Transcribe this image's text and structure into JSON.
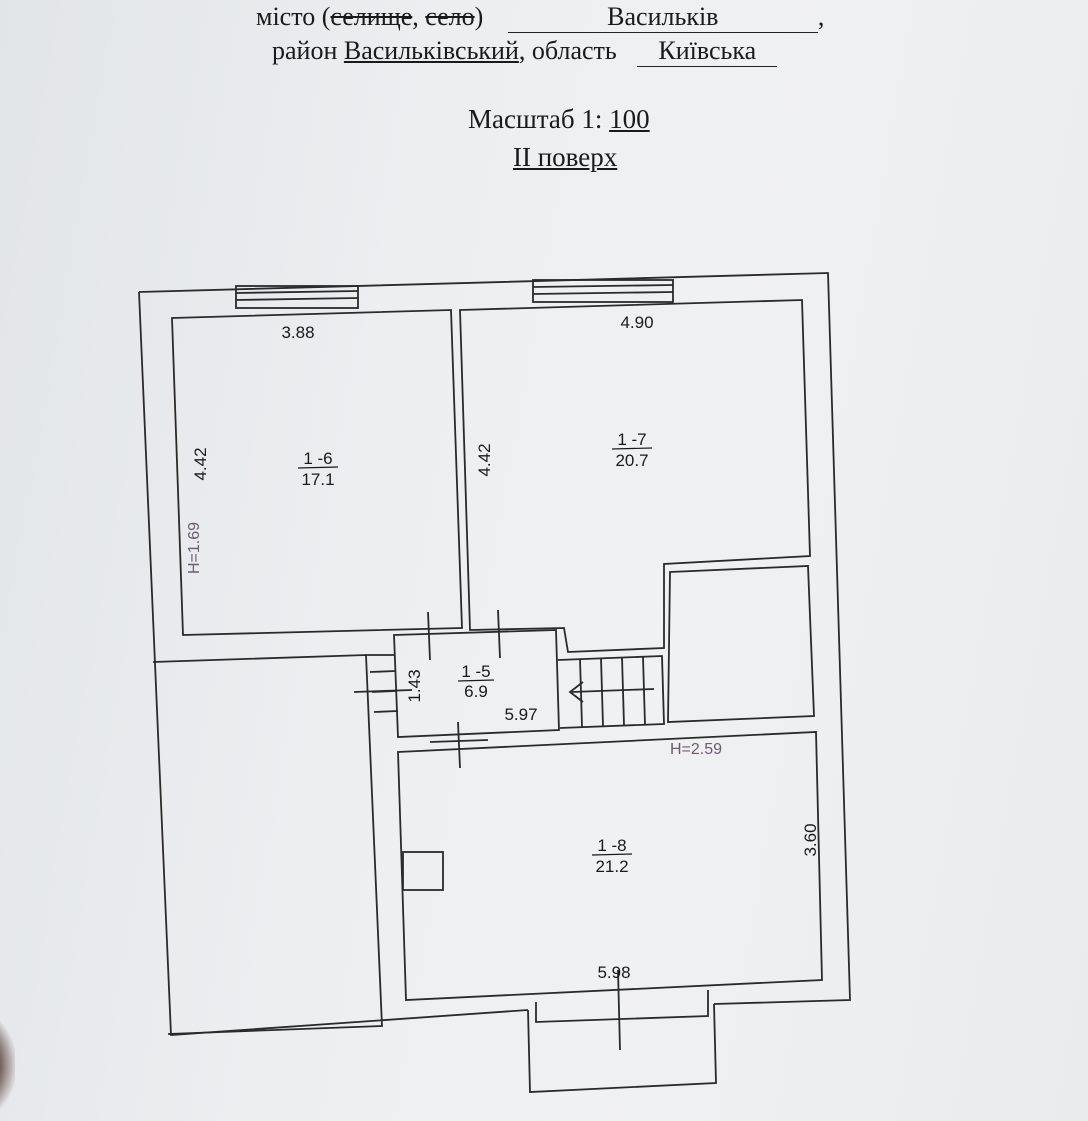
{
  "header": {
    "line1": {
      "prefix": "місто (",
      "struck_1": "селище",
      "sep": ", ",
      "struck_2": "село",
      "suffix": ")",
      "city": "Васильків",
      "trail": ","
    },
    "line2": {
      "district_label": "район",
      "district": "Васильківський",
      "comma": ",",
      "region_label": "область",
      "region": "Київська"
    },
    "scale_label": "Масштаб 1:",
    "scale_value": "100",
    "floor": "II поверх"
  },
  "plan": {
    "rooms": [
      {
        "id": "1 -6",
        "area": "17.1",
        "width": "3.88",
        "length": "4.42"
      },
      {
        "id": "1 -7",
        "area": "20.7",
        "width": "4.90",
        "length": "4.42"
      },
      {
        "id": "1 -5",
        "area": "6.9",
        "width": "5.97",
        "length": "1.43"
      },
      {
        "id": "1 -8",
        "area": "21.2",
        "width": "5.98",
        "length": "3.60"
      }
    ],
    "heights": {
      "left": "H=1.69",
      "main": "H=2.59"
    },
    "colors": {
      "line": "#2a2a2a",
      "height_text": "#6e5a72",
      "room_text": "#1a1a1a"
    }
  }
}
